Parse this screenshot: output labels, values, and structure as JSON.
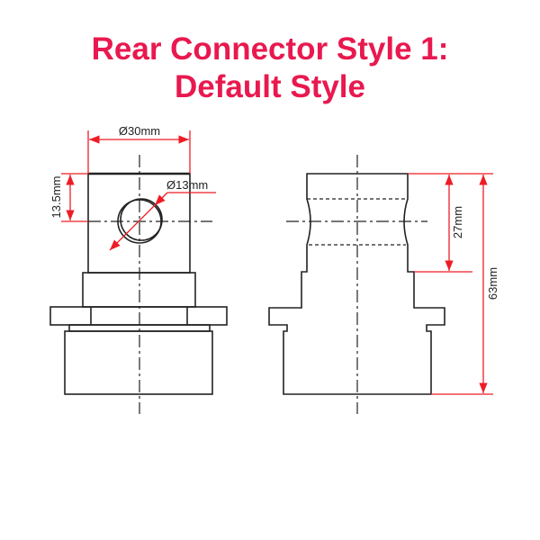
{
  "title": {
    "line1": "Rear Connector Style 1:",
    "line2": "Default Style",
    "color": "#e8194f"
  },
  "dimensions": {
    "diameter_body": "Ø30mm",
    "diameter_hole": "Ø13mm",
    "hole_offset": "13.5mm",
    "hole_section_height": "27mm",
    "total_height": "63mm"
  },
  "colors": {
    "dimension": "#ee1c25",
    "outline": "#222222"
  }
}
